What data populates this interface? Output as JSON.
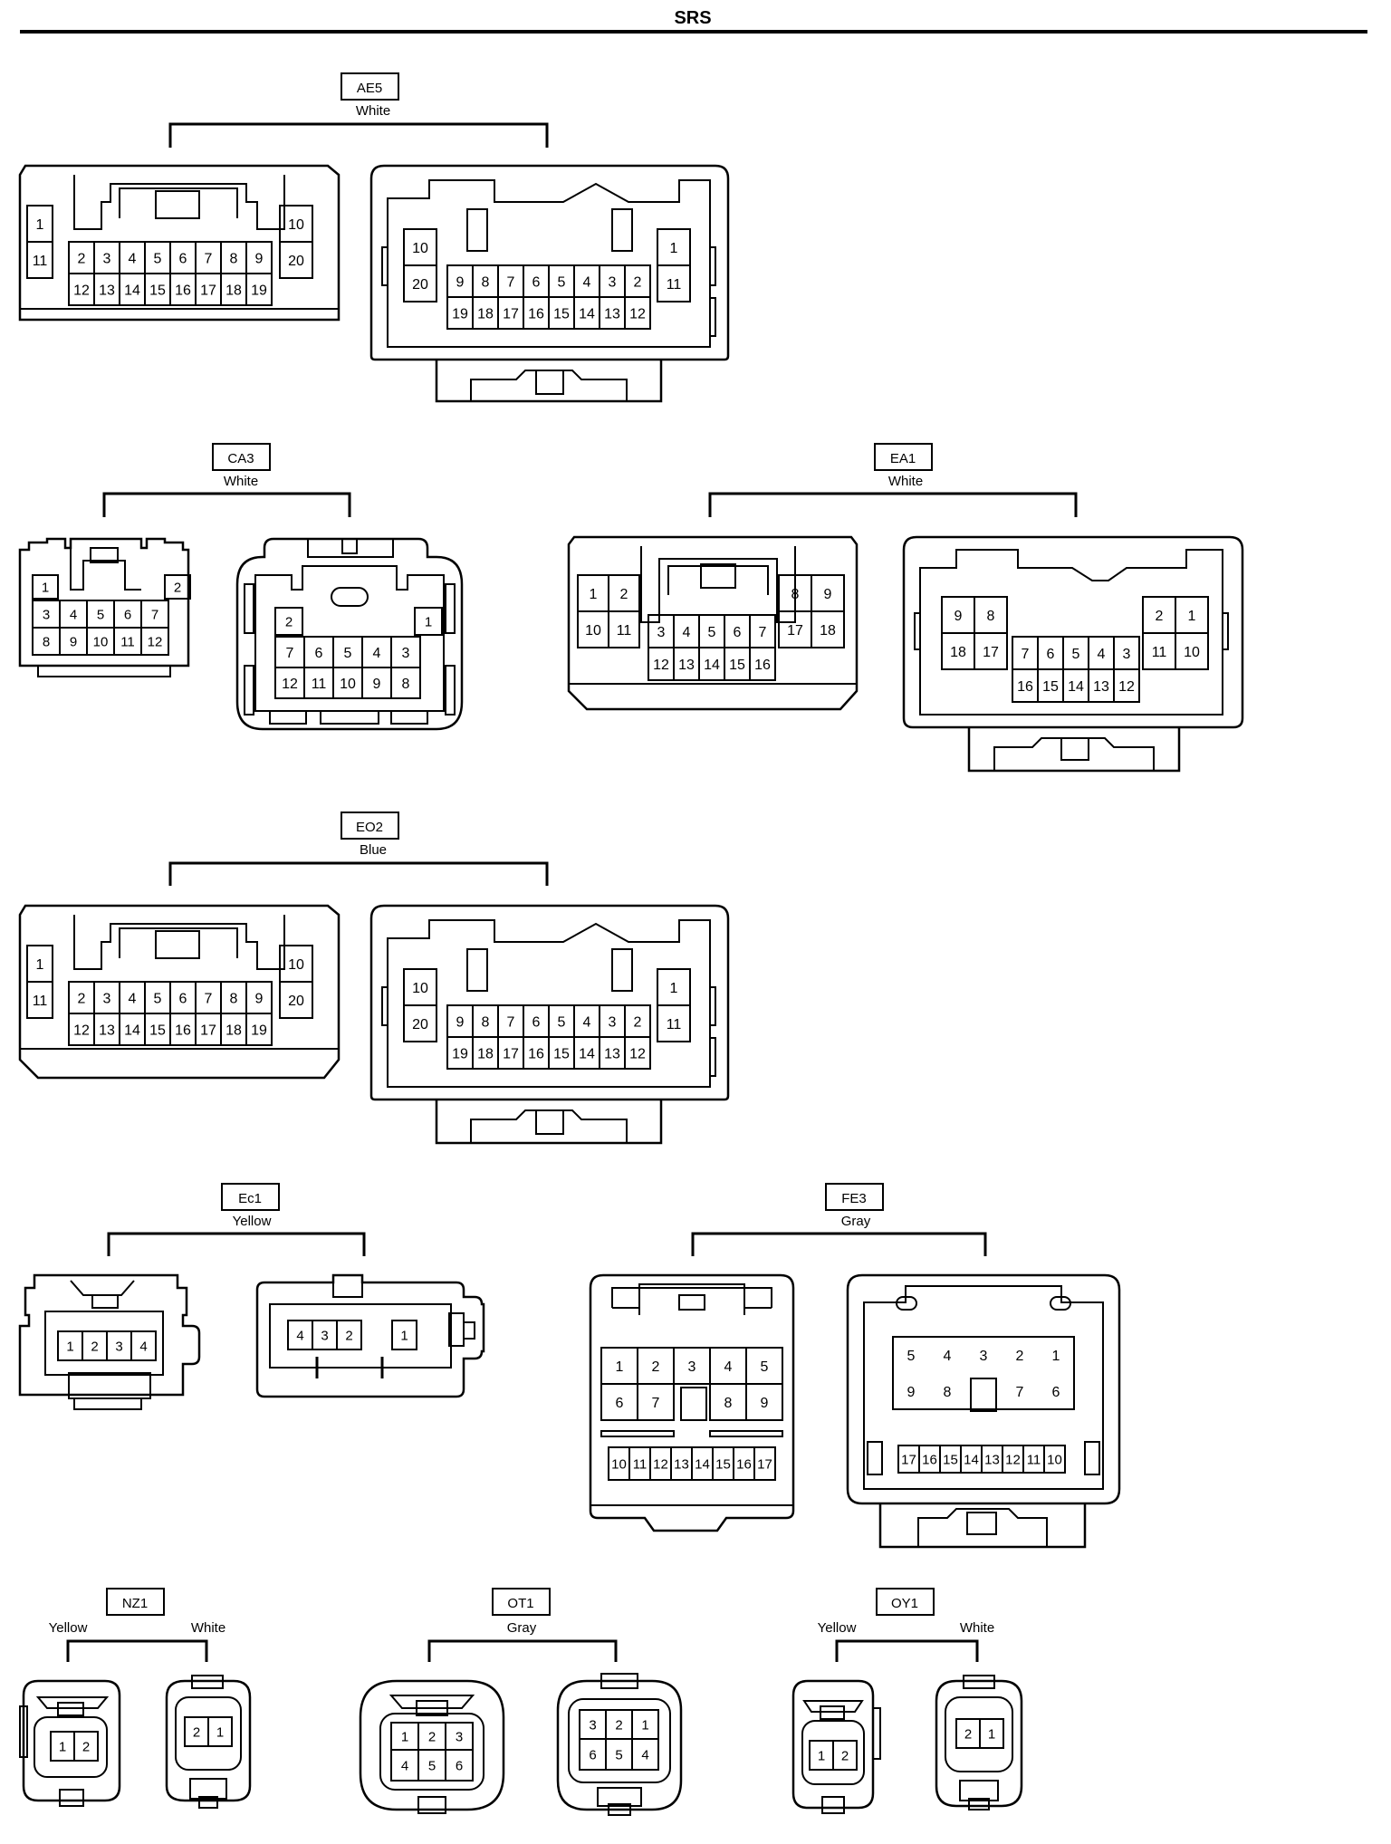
{
  "page_title": "SRS",
  "groups": {
    "ae5": {
      "code": "AE5",
      "color": "White",
      "female": {
        "left": [
          "1",
          "11"
        ],
        "mid_top": [
          "2",
          "3",
          "4",
          "5",
          "6",
          "7",
          "8",
          "9"
        ],
        "mid_bot": [
          "12",
          "13",
          "14",
          "15",
          "16",
          "17",
          "18",
          "19"
        ],
        "right": [
          "10",
          "20"
        ]
      },
      "male": {
        "left": [
          "10",
          "20"
        ],
        "mid_top": [
          "9",
          "8",
          "7",
          "6",
          "5",
          "4",
          "3",
          "2"
        ],
        "mid_bot": [
          "19",
          "18",
          "17",
          "16",
          "15",
          "14",
          "13",
          "12"
        ],
        "right": [
          "1",
          "11"
        ]
      }
    },
    "ca3": {
      "code": "CA3",
      "color": "White",
      "female": {
        "row1": [
          "1",
          "2"
        ],
        "row2": [
          "3",
          "4",
          "5",
          "6",
          "7"
        ],
        "row3": [
          "8",
          "9",
          "10",
          "11",
          "12"
        ]
      },
      "male": {
        "row1": [
          "2",
          "1"
        ],
        "row2": [
          "7",
          "6",
          "5",
          "4",
          "3"
        ],
        "row3": [
          "12",
          "11",
          "10",
          "9",
          "8"
        ]
      }
    },
    "ea1": {
      "code": "EA1",
      "color": "White",
      "female": {
        "left_top": [
          "1",
          "2"
        ],
        "left_bot": [
          "10",
          "11"
        ],
        "mid_top": [
          "3",
          "4",
          "5",
          "6",
          "7"
        ],
        "mid_bot": [
          "12",
          "13",
          "14",
          "15",
          "16"
        ],
        "right_top": [
          "8",
          "9"
        ],
        "right_bot": [
          "17",
          "18"
        ]
      },
      "male": {
        "left_top": [
          "9",
          "8"
        ],
        "left_bot": [
          "18",
          "17"
        ],
        "mid_top": [
          "7",
          "6",
          "5",
          "4",
          "3"
        ],
        "mid_bot": [
          "16",
          "15",
          "14",
          "13",
          "12"
        ],
        "right_top": [
          "2",
          "1"
        ],
        "right_bot": [
          "11",
          "10"
        ]
      }
    },
    "eo2": {
      "code": "EO2",
      "color": "Blue",
      "female": {
        "left": [
          "1",
          "11"
        ],
        "mid_top": [
          "2",
          "3",
          "4",
          "5",
          "6",
          "7",
          "8",
          "9"
        ],
        "mid_bot": [
          "12",
          "13",
          "14",
          "15",
          "16",
          "17",
          "18",
          "19"
        ],
        "right": [
          "10",
          "20"
        ]
      },
      "male": {
        "left": [
          "10",
          "20"
        ],
        "mid_top": [
          "9",
          "8",
          "7",
          "6",
          "5",
          "4",
          "3",
          "2"
        ],
        "mid_bot": [
          "19",
          "18",
          "17",
          "16",
          "15",
          "14",
          "13",
          "12"
        ],
        "right": [
          "1",
          "11"
        ]
      }
    },
    "ec1": {
      "code": "Ec1",
      "color": "Yellow",
      "female": {
        "row": [
          "1",
          "2",
          "3",
          "4"
        ]
      },
      "male": {
        "row": [
          "4",
          "3",
          "2",
          "1"
        ]
      }
    },
    "fe3": {
      "code": "FE3",
      "color": "Gray",
      "female": {
        "row1": [
          "1",
          "2",
          "3",
          "4",
          "5"
        ],
        "row2a": [
          "6",
          "7"
        ],
        "row2b": [
          "8",
          "9"
        ],
        "row3": [
          "10",
          "11",
          "12",
          "13",
          "14",
          "15",
          "16",
          "17"
        ]
      },
      "male": {
        "row1": [
          "5",
          "4",
          "3",
          "2",
          "1"
        ],
        "row2a": [
          "9",
          "8"
        ],
        "row2b": [
          "7",
          "6"
        ],
        "row3": [
          "17",
          "16",
          "15",
          "14",
          "13",
          "12",
          "11",
          "10"
        ]
      }
    },
    "nz1": {
      "code": "NZ1",
      "color_left": "Yellow",
      "color_right": "White",
      "female": {
        "row": [
          "1",
          "2"
        ]
      },
      "male": {
        "row": [
          "2",
          "1"
        ]
      }
    },
    "ot1": {
      "code": "OT1",
      "color": "Gray",
      "female": {
        "row1": [
          "1",
          "2",
          "3"
        ],
        "row2": [
          "4",
          "5",
          "6"
        ]
      },
      "male": {
        "row1": [
          "3",
          "2",
          "1"
        ],
        "row2": [
          "6",
          "5",
          "4"
        ]
      }
    },
    "oy1": {
      "code": "OY1",
      "color_left": "Yellow",
      "color_right": "White",
      "female": {
        "row": [
          "1",
          "2"
        ]
      },
      "male": {
        "row": [
          "2",
          "1"
        ]
      }
    }
  }
}
